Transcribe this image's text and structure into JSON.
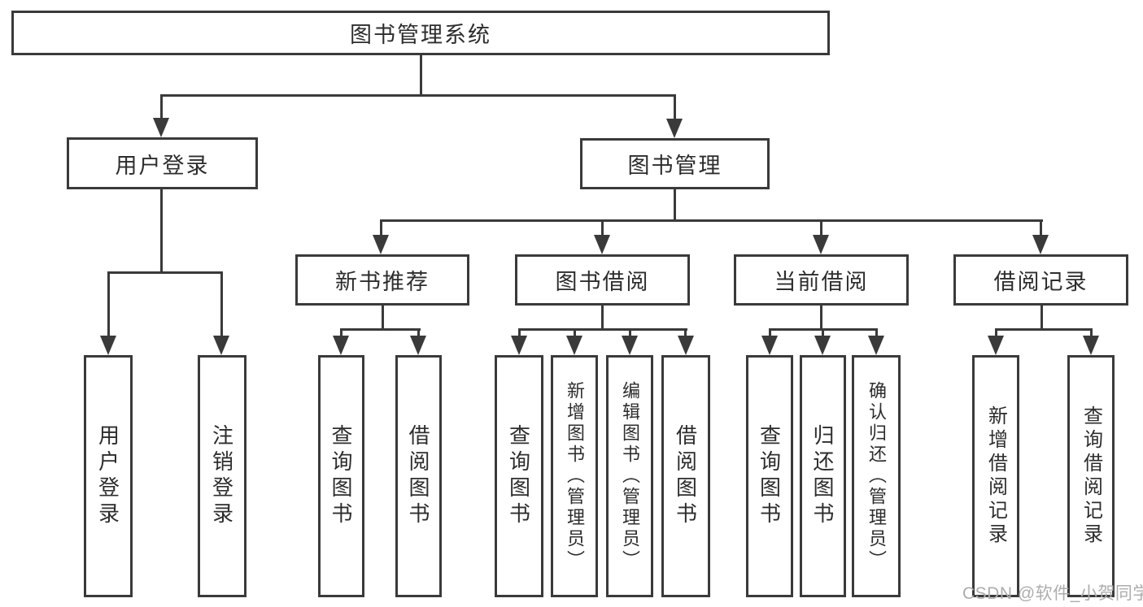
{
  "diagram": {
    "root": "图书管理系统",
    "level2": {
      "user_login_group": "用户登录",
      "book_management": "图书管理"
    },
    "level3": {
      "new_book_recommend": "新书推荐",
      "book_borrowing": "图书借阅",
      "current_borrowing": "当前借阅",
      "borrowing_records": "借阅记录"
    },
    "leaves": {
      "user_login": "用户登录",
      "logout": "注销登录",
      "recommend_query_books": "查询图书",
      "recommend_borrow_books": "借阅图书",
      "borrowing_query_books": "查询图书",
      "borrowing_add_books": "新增图书（管理员）",
      "borrowing_edit_books": "编辑图书（管理员）",
      "borrowing_borrow_books": "借阅图书",
      "current_query_books": "查询图书",
      "current_return_books": "归还图书",
      "current_confirm_return": "确认归还（管理员）",
      "records_add_record": "新增借阅记录",
      "records_query_record": "查询借阅记录"
    },
    "watermark": "CSDN @软件_小贺同学",
    "colors": {
      "line": "#3a3a3a",
      "text": "#2d2d2d",
      "watermark": "#adadad",
      "background": "#ffffff"
    }
  }
}
